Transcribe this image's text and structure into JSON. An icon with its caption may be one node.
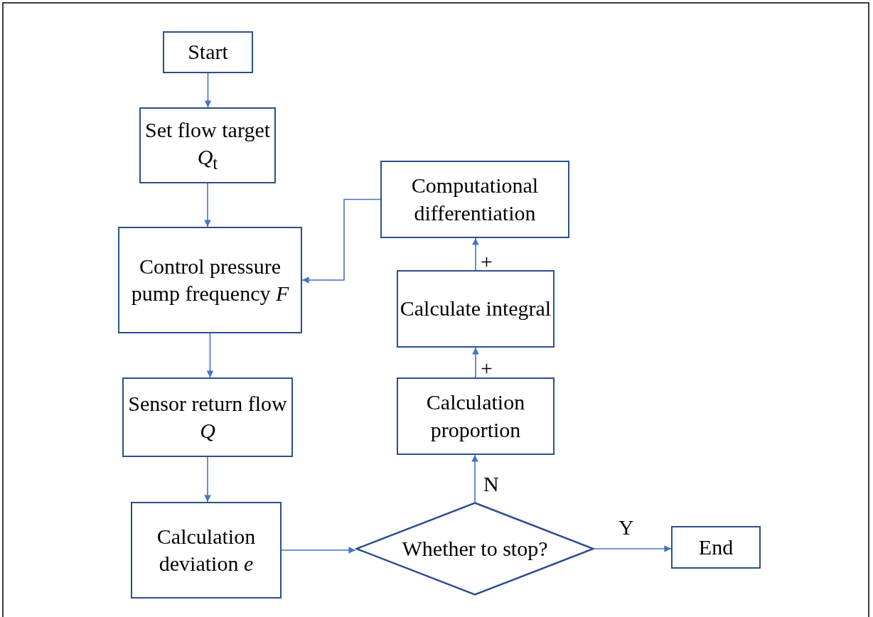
{
  "diagram": {
    "nodes": [
      {
        "text": [
          "Start"
        ]
      },
      {
        "text": [
          "Set flow target *Q*$_{t}$"
        ]
      },
      {
        "text": [
          "Control pressure pump frequency *F*"
        ]
      },
      {
        "text": [
          "Sensor return flow *Q*"
        ]
      },
      {
        "text": [
          "Calculation deviation *e*"
        ]
      },
      {
        "text": [
          "Whether to stop?"
        ]
      },
      {
        "text": [
          "End"
        ]
      },
      {
        "text": [
          "Calculation proportion"
        ]
      },
      {
        "text": [
          "Calculate integral"
        ]
      },
      {
        "text": [
          "Computational differentiation"
        ]
      }
    ],
    "edges": [
      {
        "from": 0,
        "to": 1,
        "arrow": "to"
      },
      {
        "from": 1,
        "to": 2,
        "arrow": "to"
      },
      {
        "from": 2,
        "to": 3,
        "arrow": "to"
      },
      {
        "from": 3,
        "to": 4,
        "arrow": "to"
      },
      {
        "from": 4,
        "to": 5,
        "arrow": "to"
      },
      {
        "from": 5,
        "to": 6,
        "arrow": "to",
        "label": "Y"
      },
      {
        "from": 5,
        "to": 7,
        "arrow": "to",
        "label": "N"
      },
      {
        "from": 7,
        "to": 8,
        "arrow": "to",
        "label": "+"
      },
      {
        "from": 8,
        "to": 9,
        "arrow": "to",
        "label": "+"
      },
      {
        "from": 9,
        "to": 2,
        "arrow": "to"
      }
    ]
  }
}
